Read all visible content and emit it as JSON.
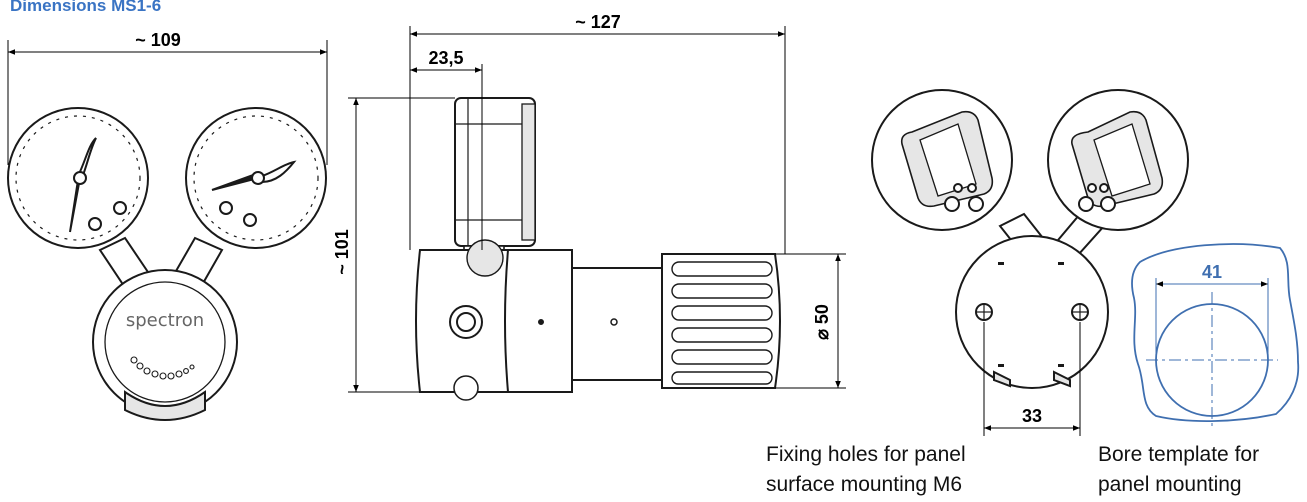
{
  "title": "Dimensions MS1-6",
  "colors": {
    "title": "#3a74c4",
    "template": "#3f6fb0",
    "line": "#1a1a1a",
    "body_fill": "#ffffff",
    "shade": "#e6e6e6"
  },
  "brand": "spectron",
  "dimensions": {
    "width_front": "~ 109",
    "length_side": "~ 127",
    "gauge_offset": "23,5",
    "height_side": "~ 101",
    "bonnet_diameter": "⌀ 50",
    "hole_spacing": "33",
    "bore_diameter": "41"
  },
  "captions": {
    "fixing_line1": "Fixing holes for panel",
    "fixing_line2": "surface mounting M6",
    "bore_line1": "Bore template for",
    "bore_line2": "panel mounting"
  }
}
